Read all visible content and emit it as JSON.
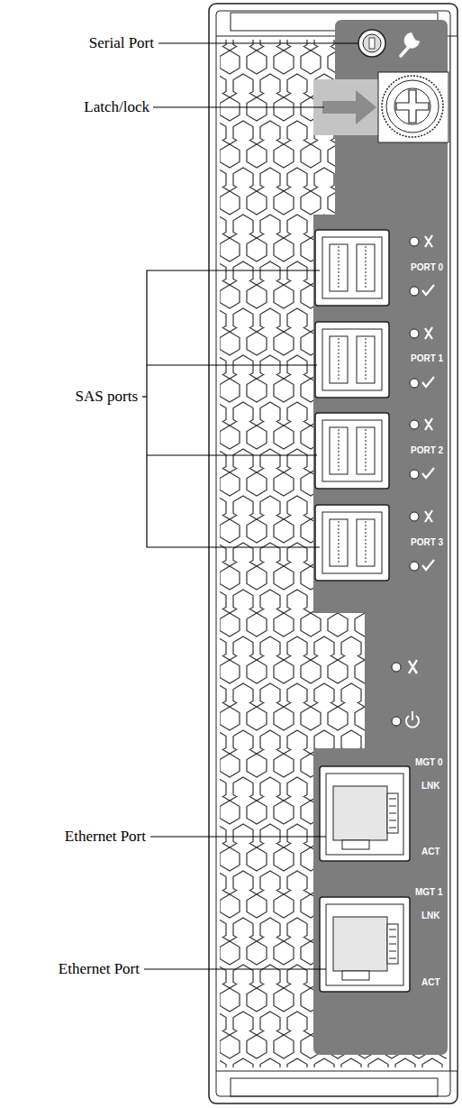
{
  "diagram": {
    "labels": [
      "Serial Port",
      "Latch/lock",
      "SAS ports",
      "Ethernet Port",
      "Ethernet Port",
      "PORT 0",
      "PORT 1",
      "PORT 2",
      "PORT 3",
      "MGT 0",
      "LNK",
      "ACT",
      "MGT 1",
      "LNK",
      "ACT"
    ]
  }
}
